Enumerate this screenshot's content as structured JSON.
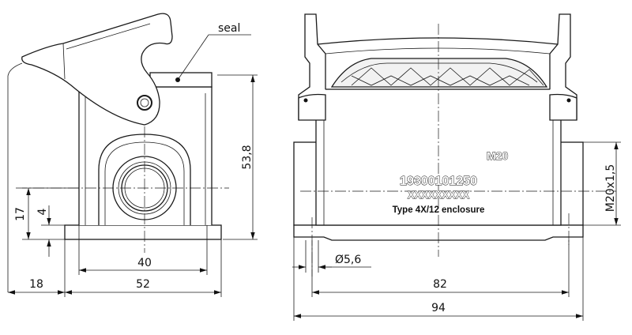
{
  "callouts": {
    "seal": "seal"
  },
  "side_view": {
    "dims": {
      "height_total": "53,8",
      "pin_17": "17",
      "pin_4": "4",
      "hole_spacing": "40",
      "base_width": "52",
      "offset": "18"
    }
  },
  "front_view": {
    "thread_label": "M20",
    "part_number": "19300101250",
    "serial": "XXXXXXXXX",
    "enclosure_type": "Type 4X/12 enclosure",
    "dims": {
      "hole_dia": "Ø5,6",
      "hole_spacing": "82",
      "total_width": "94",
      "thread": "M20x1,5"
    }
  }
}
